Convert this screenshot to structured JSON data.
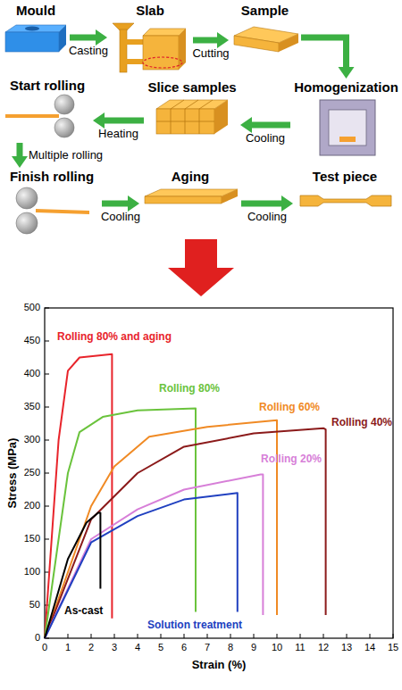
{
  "diagram": {
    "nodes": [
      {
        "text": [
          "Mould"
        ]
      },
      {
        "text": [
          "Slab"
        ]
      },
      {
        "text": [
          "Sample"
        ]
      },
      {
        "text": [
          "Homogenization"
        ]
      },
      {
        "text": [
          "Slice samples"
        ]
      },
      {
        "text": [
          "Start rolling"
        ]
      },
      {
        "text": [
          "Finish rolling"
        ]
      },
      {
        "text": [
          "Aging"
        ]
      },
      {
        "text": [
          "Test piece"
        ]
      }
    ],
    "edges": [
      {
        "from": 0,
        "to": 1,
        "arrow": "to",
        "label": "Casting"
      },
      {
        "from": 1,
        "to": 2,
        "arrow": "to",
        "label": "Cutting"
      },
      {
        "from": 2,
        "to": 3,
        "arrow": "to"
      },
      {
        "from": 3,
        "to": 4,
        "arrow": "to",
        "label": "Cooling"
      },
      {
        "from": 4,
        "to": 5,
        "arrow": "to",
        "label": "Heating"
      },
      {
        "from": 5,
        "to": 6,
        "arrow": "to",
        "label": "Multiple rolling"
      },
      {
        "from": 6,
        "to": 7,
        "arrow": "to",
        "label": "Cooling"
      },
      {
        "from": 7,
        "to": 8,
        "arrow": "to",
        "label": "Cooling"
      }
    ],
    "labels": [
      "Stress (MPa)",
      "Strain (%)",
      "0",
      "50",
      "100",
      "150",
      "200",
      "250",
      "300",
      "350",
      "400",
      "450",
      "500",
      "0",
      "1",
      "2",
      "3",
      "4",
      "5",
      "6",
      "7",
      "8",
      "9",
      "10",
      "11",
      "12",
      "13",
      "14",
      "15",
      "Rolling 80% and aging",
      "Rolling 80%",
      "Rolling 60%",
      "Rolling 40%",
      "Rolling 20%",
      "As-cast",
      "Solution treatment"
    ]
  }
}
